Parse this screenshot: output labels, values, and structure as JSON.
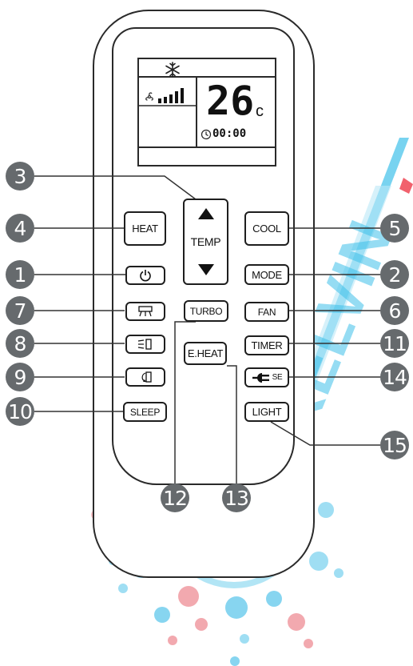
{
  "watermark_text": "KELVIN",
  "colors": {
    "badge": "#666a6d",
    "outline": "#2a2a2a",
    "watermark_cyan": "#3fc1ea",
    "watermark_pink": "#ee7d86"
  },
  "display": {
    "mode_icon": "snowflake-icon",
    "fan_icon": "fan-icon",
    "temperature": "26",
    "unit": "c",
    "timer": "00:00"
  },
  "buttons": {
    "heat": "HEAT",
    "temp": "TEMP",
    "cool": "COOL",
    "mode": "MODE",
    "turbo": "TURBO",
    "fan": "FAN",
    "eheat": "E.HEAT",
    "timer": "TIMER",
    "se": "SE",
    "sleep": "SLEEP",
    "light": "LIGHT"
  },
  "callouts": [
    "1",
    "2",
    "3",
    "4",
    "5",
    "6",
    "7",
    "8",
    "9",
    "10",
    "11",
    "12",
    "13",
    "14",
    "15"
  ]
}
